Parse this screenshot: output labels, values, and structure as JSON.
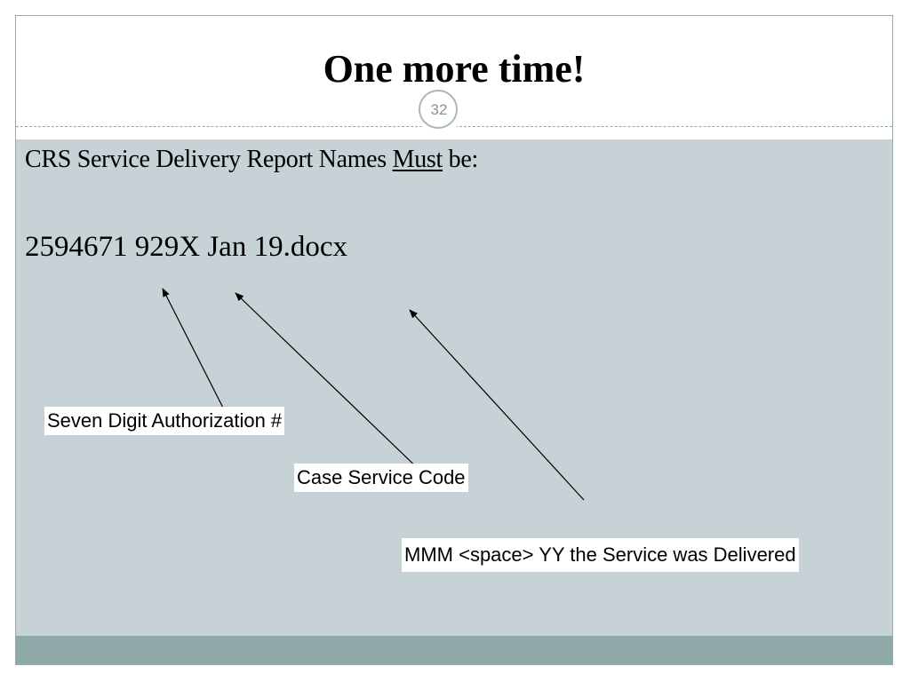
{
  "slide": {
    "title": "One more time!",
    "page_number": "32"
  },
  "content": {
    "heading_prefix": "CRS Service Delivery Report Names ",
    "heading_emphasis": "Must",
    "heading_suffix": " be:",
    "filename_example": "2594671 929X Jan 19.docx"
  },
  "callouts": {
    "authorization": "Seven Digit Authorization #",
    "case_code": "Case Service Code",
    "month_year": "MMM <space> YY the Service was Delivered"
  },
  "colors": {
    "content_background": "#c6d2d6",
    "footer_band": "#8fa9a9",
    "badge_ring": "#a9b7b8"
  }
}
